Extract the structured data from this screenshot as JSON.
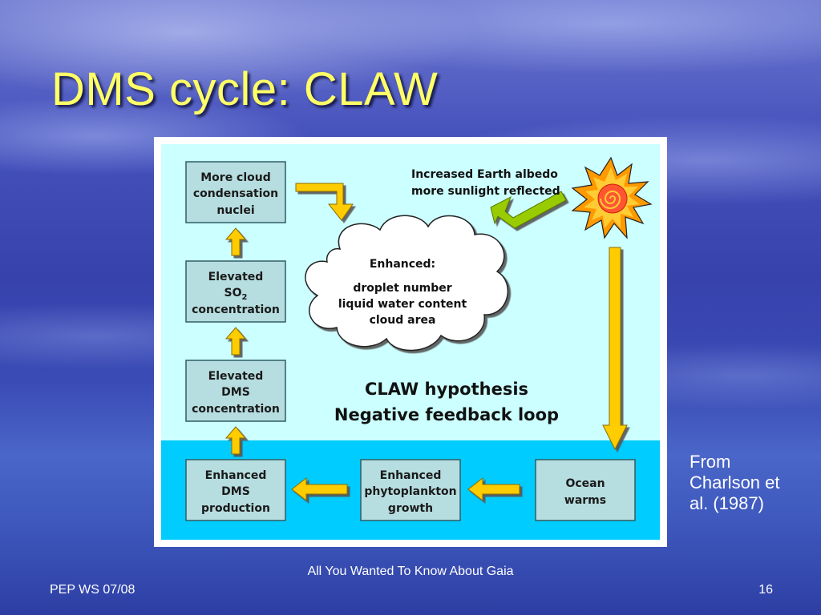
{
  "slide": {
    "title": "DMS cycle: CLAW",
    "citation": "From Charlson et al. (1987)",
    "footer_left": "PEP WS 07/08",
    "footer_center": "All You Wanted To Know About Gaia",
    "footer_right": "16"
  },
  "diagram": {
    "boxes": {
      "ccn": [
        "More cloud",
        "condensation",
        "nuclei"
      ],
      "so2": {
        "line1": "Elevated",
        "so": "SO",
        "sub": "2",
        "line3": "concentration"
      },
      "dms_conc": [
        "Elevated",
        "DMS",
        "concentration"
      ],
      "dms_prod": [
        "Enhanced",
        "DMS",
        "production"
      ],
      "phyto": [
        "Enhanced",
        "phytoplankton",
        "growth"
      ],
      "ocean": [
        "Ocean",
        "warms"
      ]
    },
    "albedo": [
      "Increased Earth albedo",
      "more sunlight reflected"
    ],
    "cloud": {
      "heading": "Enhanced:",
      "items": [
        "droplet number",
        "liquid water content",
        "cloud area"
      ]
    },
    "hypothesis": [
      "CLAW hypothesis",
      "Negative feedback loop"
    ],
    "colors": {
      "sky": "#ccffff",
      "ocean": "#00ccff",
      "box_fill": "#b6dde0",
      "box_stroke": "#2f5f66",
      "arrow_yellow": "#ffcc00",
      "arrow_green": "#99cc00"
    }
  }
}
